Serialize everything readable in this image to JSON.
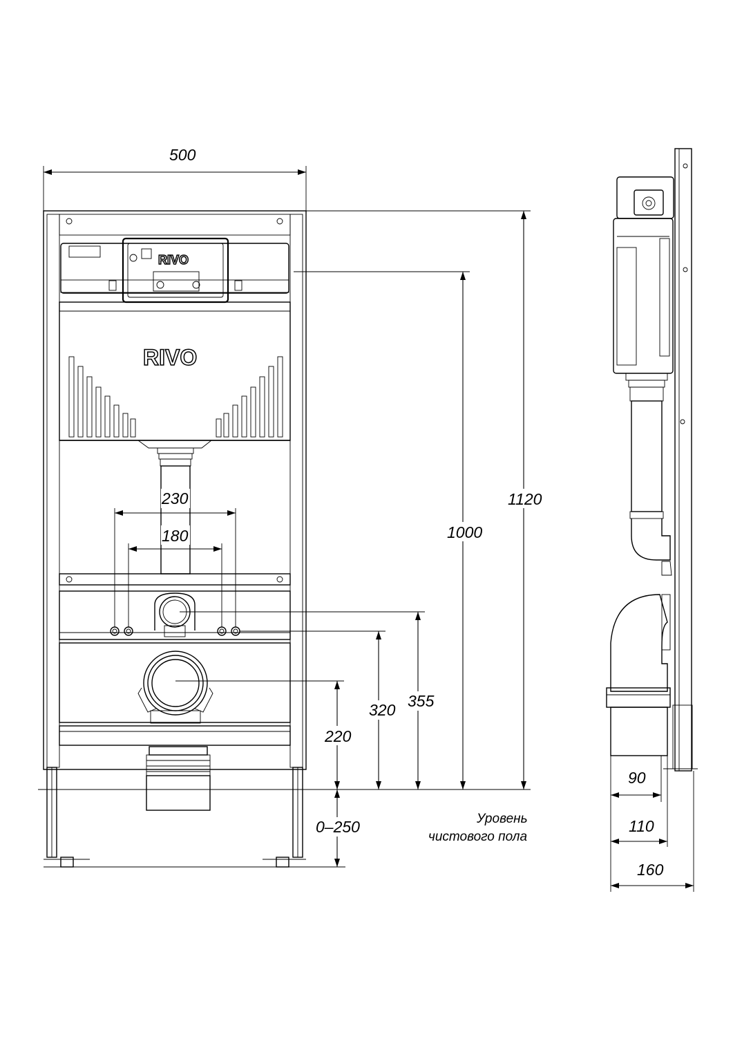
{
  "brand": "RIVO",
  "front_view": {
    "dimensions": {
      "width": "500",
      "total_height": "1120",
      "flush_height": "1000",
      "hole_spacing_outer": "230",
      "hole_spacing_inner": "180",
      "inlet_height": "355",
      "bolt_height": "320",
      "outlet_height": "220",
      "leg_adjust": "0–250"
    },
    "floor_note": [
      "Уровень",
      "чистового пола"
    ]
  },
  "side_view": {
    "dimensions": {
      "depth_90": "90",
      "depth_110": "110",
      "depth_160": "160"
    }
  }
}
